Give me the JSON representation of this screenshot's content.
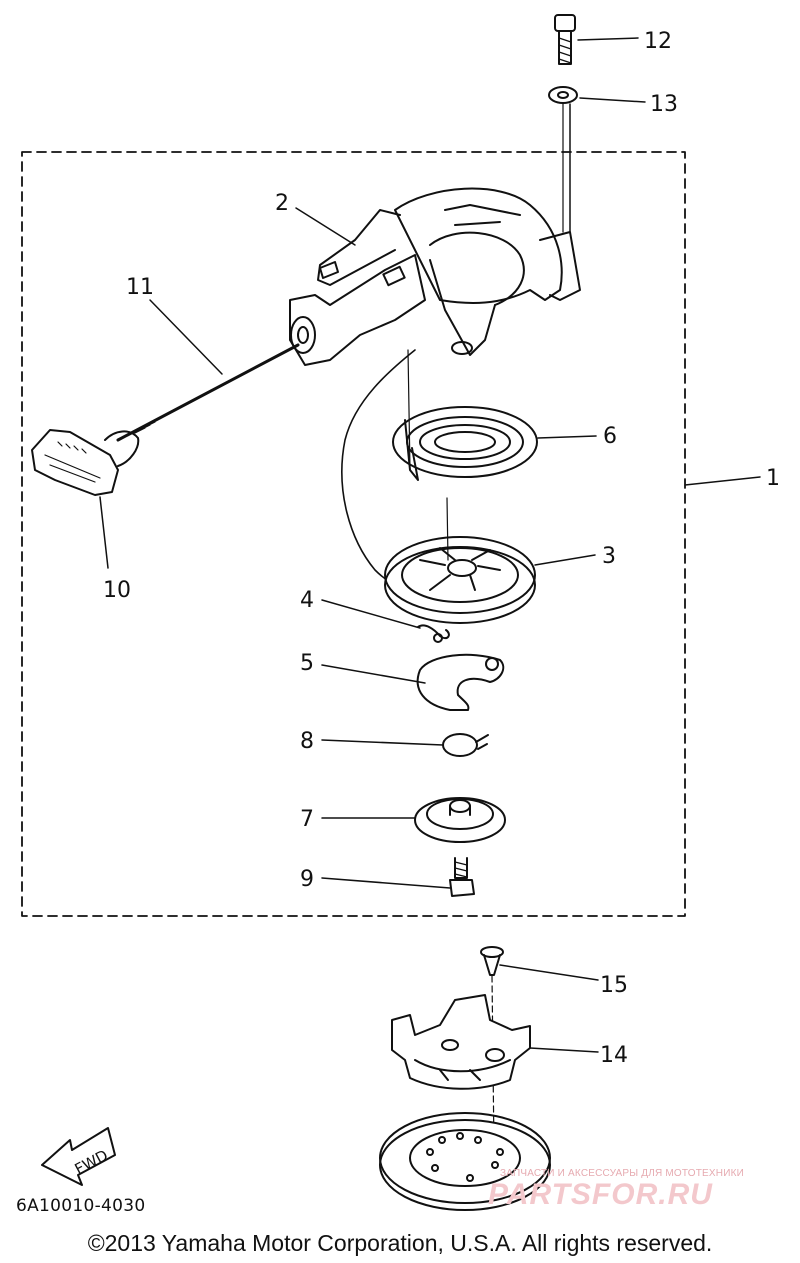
{
  "diagram": {
    "callouts": {
      "p1": "1",
      "p2": "2",
      "p3": "3",
      "p4": "4",
      "p5": "5",
      "p6": "6",
      "p7": "7",
      "p8": "8",
      "p9": "9",
      "p10": "10",
      "p11": "11",
      "p12": "12",
      "p13": "13",
      "p14": "14",
      "p15": "15"
    },
    "fwd_label": "FWD"
  },
  "footer": {
    "drawing_code": "6A10010-4030",
    "copyright": "©2013 Yamaha Motor Corporation, U.S.A. All rights reserved."
  },
  "watermark": {
    "tagline": "ЗАПЧАСТИ И АКСЕССУАРЫ ДЛЯ МОТОТЕХНИКИ",
    "brand": "PARTSFOR.RU",
    "color": "#f3c8cc"
  }
}
